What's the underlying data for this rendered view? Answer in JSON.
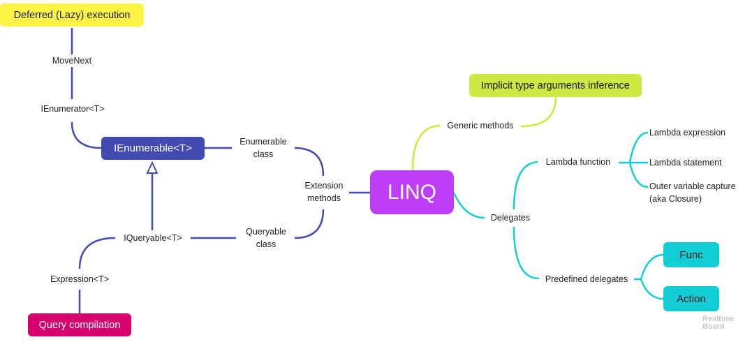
{
  "nodes": {
    "deferred": "Deferred (Lazy) execution",
    "ienumerable": "IEnumerable<T>",
    "query_compilation": "Query compilation",
    "linq": "LINQ",
    "implicit": "Implicit type arguments inference",
    "func": "Func",
    "action": "Action"
  },
  "labels": {
    "movenext": "MoveNext",
    "ienumerator": "IEnumerator<T>",
    "iqueryable": "IQueryable<T>",
    "expression": "Expression<T>",
    "enumerable_class_1": "Enumerable",
    "enumerable_class_2": "class",
    "queryable_class_1": "Queryable",
    "queryable_class_2": "class",
    "extension_1": "Extension",
    "extension_2": "methods",
    "generic_methods": "Generic methods",
    "delegates": "Delegates",
    "lambda_function": "Lambda function",
    "lambda_expression": "Lambda expression",
    "lambda_statement": "Lambda statement",
    "outer_1": "Outer variable capture",
    "outer_2": "(aka Closure)",
    "predefined_delegates": "Predefined delegates"
  },
  "watermark": {
    "line1": "Realtime",
    "line2": "Board"
  },
  "colors": {
    "yellow": "#fef445",
    "indigo": "#414bb2",
    "magenta": "#d5006d",
    "purple": "#be3ef5",
    "lime": "#cee741",
    "cyan": "#12cdd4"
  }
}
